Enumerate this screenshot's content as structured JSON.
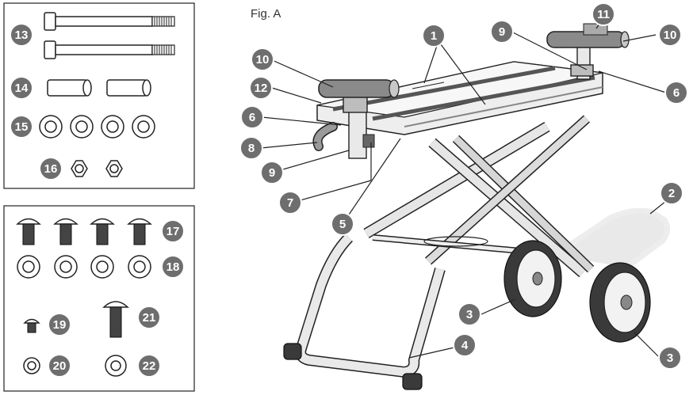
{
  "figure": {
    "title": "Fig. A"
  },
  "hardware_callouts": {
    "c13": "13",
    "c14": "14",
    "c15": "15",
    "c16": "16",
    "c17": "17",
    "c18": "18",
    "c19": "19",
    "c20": "20",
    "c21": "21",
    "c22": "22"
  },
  "stand_callouts": {
    "c1": "1",
    "c2": "2",
    "c3a": "3",
    "c3b": "3",
    "c4": "4",
    "c5": "5",
    "c6a": "6",
    "c6b": "6",
    "c7": "7",
    "c8": "8",
    "c9a": "9",
    "c9b": "9",
    "c10a": "10",
    "c10b": "10",
    "c11": "11",
    "c12": "12"
  },
  "colors": {
    "callout_fill": "#6e6e6e",
    "callout_text": "#ffffff",
    "line": "#222222",
    "background": "#ffffff"
  }
}
